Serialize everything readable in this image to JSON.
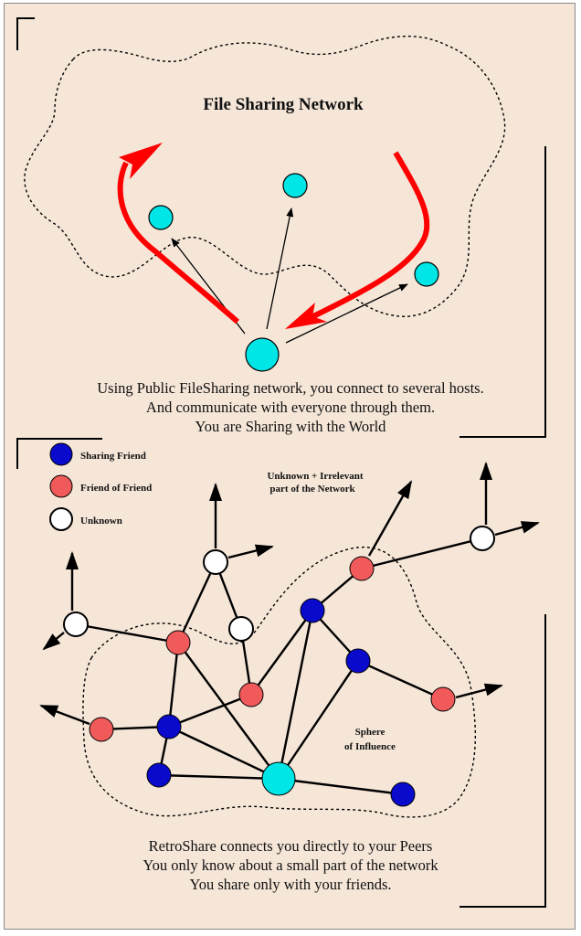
{
  "top_panel": {
    "title": "File Sharing Network",
    "caption_lines": [
      "Using Public FileSharing network, you connect to several hosts.",
      "And communicate with everyone through them.",
      "You are Sharing with the World"
    ]
  },
  "bottom_panel": {
    "legend": [
      {
        "label": "Sharing Friend",
        "color": "#0a0acc"
      },
      {
        "label": "Friend of Friend",
        "color": "#f05a5a"
      },
      {
        "label": "Unknown",
        "color": "#ffffff"
      }
    ],
    "region_label_lines": [
      "Unknown + Irrelevant",
      "part of the Network"
    ],
    "sphere_label_lines": [
      "Sphere",
      "of Influence"
    ],
    "caption_lines": [
      "RetroShare connects you directly to your Peers",
      "You only know about a small part of the network",
      "You share only with your friends."
    ]
  },
  "colors": {
    "background": "#f5e6d8",
    "self_node": "#00e5e5",
    "sharing_friend": "#0a0acc",
    "friend_of_friend": "#f05a5a",
    "unknown": "#ffffff",
    "public_flow_arrow": "#ff0000"
  }
}
